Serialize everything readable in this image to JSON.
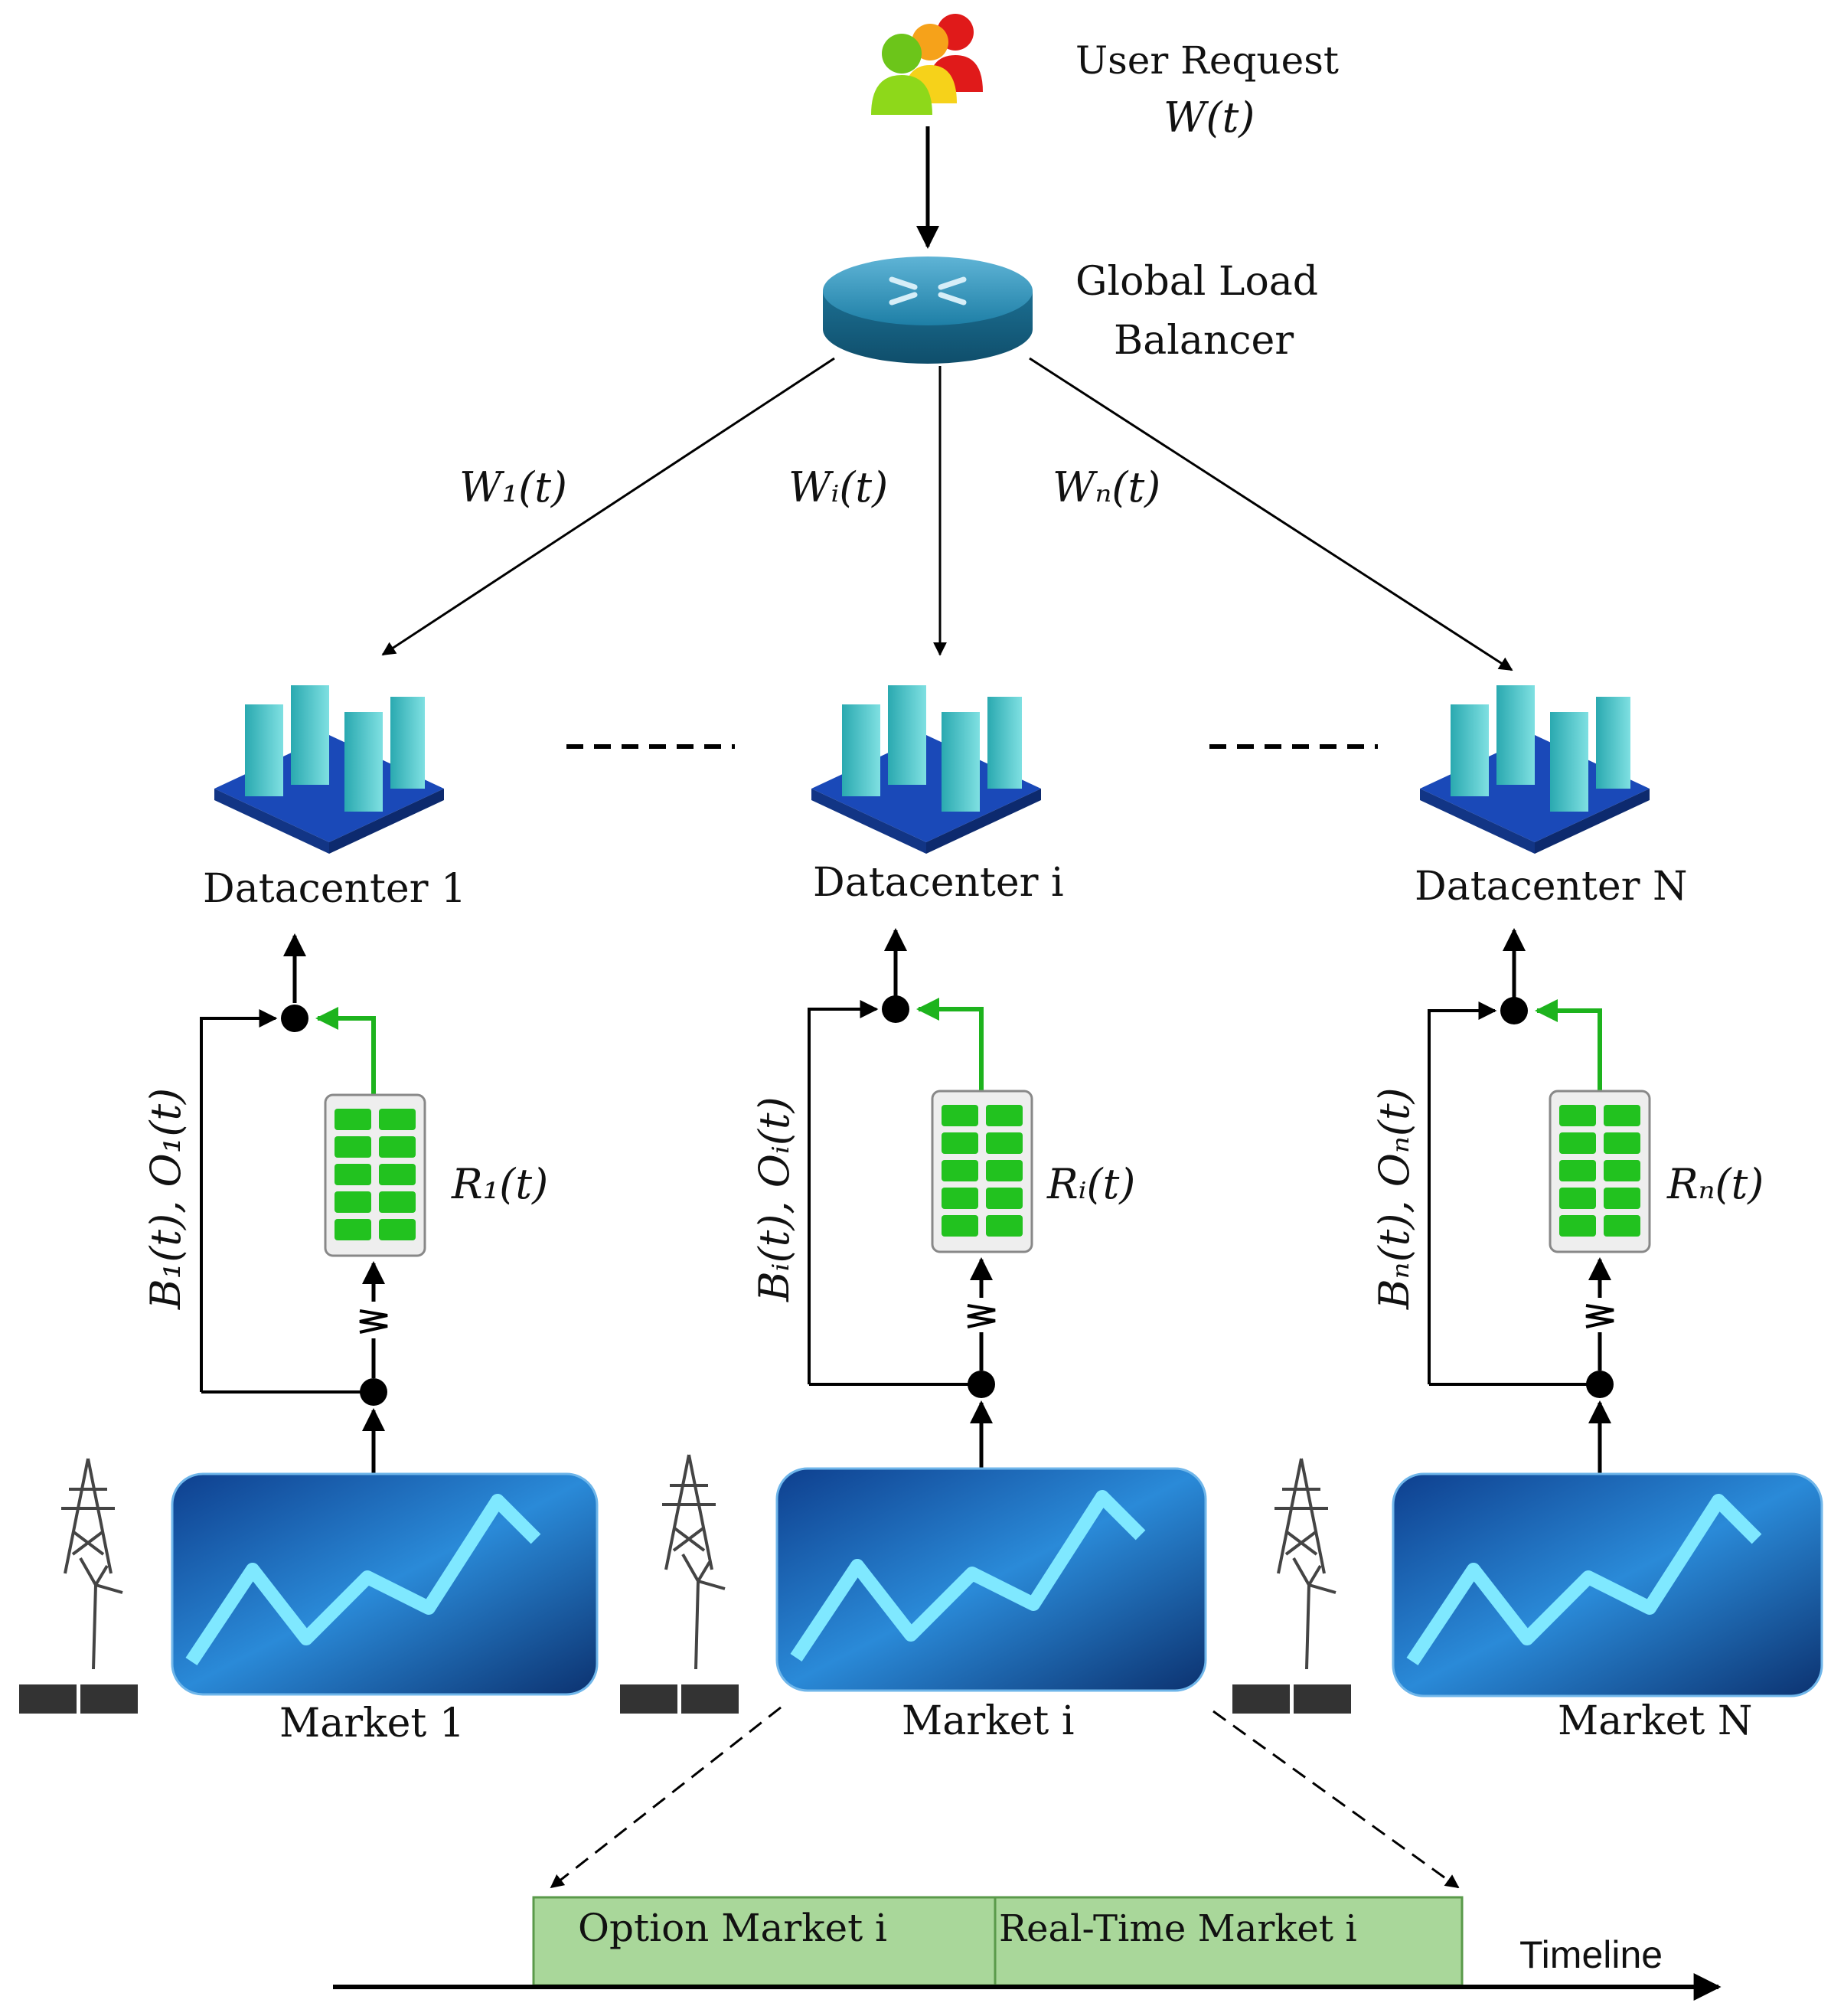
{
  "user": {
    "title": "User Request",
    "var": "W(t)"
  },
  "balancer": {
    "line1": "Global Load",
    "line2": "Balancer"
  },
  "flows": [
    "W₁(t)",
    "Wᵢ(t)",
    "Wₙ(t)"
  ],
  "columns": [
    {
      "datacenter": "Datacenter 1",
      "reserve": "R₁(t)",
      "bo": "B₁(t), O₁(t)",
      "market": "Market 1"
    },
    {
      "datacenter": "Datacenter i",
      "reserve": "Rᵢ(t)",
      "bo": "Bᵢ(t), Oᵢ(t)",
      "market": "Market i"
    },
    {
      "datacenter": "Datacenter N",
      "reserve": "Rₙ(t)",
      "bo": "Bₙ(t), Oₙ(t)",
      "market": "Market N"
    }
  ],
  "timeline": {
    "option": "Option Market i",
    "realtime": "Real-Time Market i",
    "axis": "Timeline"
  },
  "colors": {
    "battery": "#22c21f",
    "green_arrow": "#1db31d",
    "router": "#1e7fa6",
    "server": "#3fbfc4",
    "market_bg": "#1b6fd0",
    "timeline_box": "#a9d79a"
  }
}
